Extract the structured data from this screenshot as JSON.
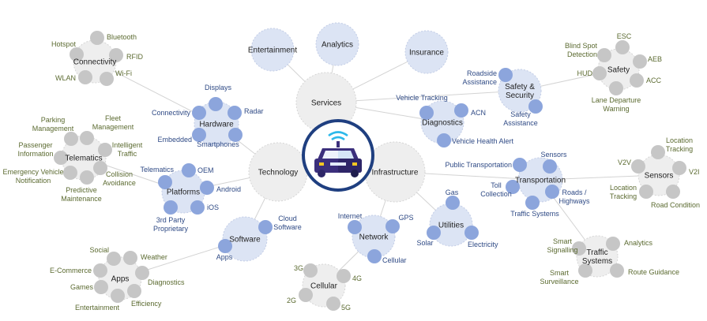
{
  "center_icon": {
    "icon": "connected-car-icon",
    "colors": {
      "ring": "#1f3f80",
      "body": "#3b2f7c",
      "wifi": "#2cb8ea",
      "lights": "#f3c623"
    }
  },
  "colors": {
    "blue_node": "#8ca5dc",
    "blue_hub": "#dce4f4",
    "gray_node": "#c6c6c6",
    "gray_hub": "#eeeeee",
    "gray_label": "#5b6a30",
    "blue_label": "#2f4a85"
  },
  "nodes": [
    {
      "id": "services",
      "style": "gray",
      "label": [
        "Services"
      ],
      "items": []
    },
    {
      "id": "technology",
      "style": "gray",
      "label": [
        "Technology"
      ],
      "items": []
    },
    {
      "id": "infrastructure",
      "style": "gray",
      "label": [
        "Infrastructure"
      ],
      "items": []
    },
    {
      "id": "entertainment",
      "style": "blue",
      "label": [
        "Entertainment"
      ],
      "items": []
    },
    {
      "id": "analytics",
      "style": "blue",
      "label": [
        "Analytics"
      ],
      "items": []
    },
    {
      "id": "insurance",
      "style": "blue",
      "label": [
        "Insurance"
      ],
      "items": []
    },
    {
      "id": "safetysec",
      "style": "blue",
      "label": [
        "Safety &",
        "Security"
      ],
      "items": [
        {
          "label": [
            "Roadside",
            "Assistance"
          ]
        },
        {
          "label": [
            "Safety",
            "Assistance"
          ]
        }
      ]
    },
    {
      "id": "diagnostics",
      "style": "blue",
      "label": [
        "Diagnostics"
      ],
      "items": [
        {
          "label": [
            "Vehicle Tracking"
          ]
        },
        {
          "label": [
            "ACN"
          ]
        },
        {
          "label": [
            "Vehicle Health Alert"
          ]
        }
      ]
    },
    {
      "id": "safety",
      "style": "gray",
      "label": [
        "Safety"
      ],
      "items": [
        {
          "label": [
            "ESC"
          ]
        },
        {
          "label": [
            "AEB"
          ]
        },
        {
          "label": [
            "ACC"
          ]
        },
        {
          "label": [
            "Lane Departure",
            "Warning"
          ]
        },
        {
          "label": [
            "HUD"
          ]
        },
        {
          "label": [
            "Blind Spot",
            "Detection"
          ]
        }
      ]
    },
    {
      "id": "hardware",
      "style": "blue",
      "label": [
        "Hardware"
      ],
      "items": [
        {
          "label": [
            "Displays"
          ]
        },
        {
          "label": [
            "Radar"
          ]
        },
        {
          "label": [
            "Smartphones"
          ]
        },
        {
          "label": [
            "Embedded"
          ]
        },
        {
          "label": [
            "Connectivity"
          ]
        }
      ]
    },
    {
      "id": "connectivity",
      "style": "gray",
      "label": [
        "Connectivity"
      ],
      "items": [
        {
          "label": [
            "Bluetooth"
          ]
        },
        {
          "label": [
            "RFID"
          ]
        },
        {
          "label": [
            "Wi-Fi"
          ]
        },
        {
          "label": [
            "WLAN"
          ]
        },
        {
          "label": [
            "Hotspot"
          ]
        }
      ]
    },
    {
      "id": "telematics",
      "style": "gray",
      "label": [
        "Telematics"
      ],
      "items": [
        {
          "label": [
            "Parking",
            "Management"
          ]
        },
        {
          "label": [
            "Fleet",
            "Management"
          ]
        },
        {
          "label": [
            "Intelligent",
            "Traffic"
          ]
        },
        {
          "label": [
            "Collision",
            "Avoidance"
          ]
        },
        {
          "label": [
            "Predictive",
            "Maintenance"
          ]
        },
        {
          "label": [
            "Emergency Vehicle",
            "Notification"
          ]
        },
        {
          "label": [
            "Passenger",
            "Information"
          ]
        }
      ]
    },
    {
      "id": "platforms",
      "style": "blue",
      "label": [
        "Platforms"
      ],
      "items": [
        {
          "label": [
            "OEM"
          ]
        },
        {
          "label": [
            "Telematics"
          ]
        },
        {
          "label": [
            "Android"
          ]
        },
        {
          "label": [
            "iOS"
          ]
        },
        {
          "label": [
            "3rd Party",
            "Proprietary"
          ]
        }
      ]
    },
    {
      "id": "software",
      "style": "blue",
      "label": [
        "Software"
      ],
      "items": [
        {
          "label": [
            "Cloud",
            "Software"
          ]
        },
        {
          "label": [
            "Apps"
          ]
        }
      ]
    },
    {
      "id": "apps",
      "style": "gray",
      "label": [
        "Apps"
      ],
      "items": [
        {
          "label": [
            "Social"
          ]
        },
        {
          "label": [
            "Weather"
          ]
        },
        {
          "label": [
            "Diagnostics"
          ]
        },
        {
          "label": [
            "Efficiency"
          ]
        },
        {
          "label": [
            "Entertainment"
          ]
        },
        {
          "label": [
            "Games"
          ]
        },
        {
          "label": [
            "E-Commerce"
          ]
        }
      ]
    },
    {
      "id": "network",
      "style": "blue",
      "label": [
        "Network"
      ],
      "items": [
        {
          "label": [
            "Internet"
          ]
        },
        {
          "label": [
            "GPS"
          ]
        },
        {
          "label": [
            "Cellular"
          ]
        }
      ]
    },
    {
      "id": "cellular",
      "style": "gray",
      "label": [
        "Cellular"
      ],
      "items": [
        {
          "label": [
            "3G"
          ]
        },
        {
          "label": [
            "4G"
          ]
        },
        {
          "label": [
            "2G"
          ]
        },
        {
          "label": [
            "5G"
          ]
        }
      ]
    },
    {
      "id": "utilities",
      "style": "blue",
      "label": [
        "Utilities"
      ],
      "items": [
        {
          "label": [
            "Gas"
          ]
        },
        {
          "label": [
            "Solar"
          ]
        },
        {
          "label": [
            "Electricity"
          ]
        }
      ]
    },
    {
      "id": "transportation",
      "style": "blue",
      "label": [
        "Transportation"
      ],
      "items": [
        {
          "label": [
            "Public Transportation"
          ]
        },
        {
          "label": [
            "Sensors"
          ]
        },
        {
          "label": [
            "Toll",
            "Collection"
          ]
        },
        {
          "label": [
            "Roads /",
            "Highways"
          ]
        },
        {
          "label": [
            "Traffic Systems"
          ]
        }
      ]
    },
    {
      "id": "sensors",
      "style": "gray",
      "label": [
        "Sensors"
      ],
      "items": [
        {
          "label": [
            "Location",
            "Tracking"
          ]
        },
        {
          "label": [
            "V2I"
          ]
        },
        {
          "label": [
            "Road Condition"
          ]
        },
        {
          "label": [
            "Location",
            "Tracking"
          ]
        },
        {
          "label": [
            "V2V"
          ]
        }
      ]
    },
    {
      "id": "traffic",
      "style": "gray",
      "label": [
        "Traffic",
        "Systems"
      ],
      "items": [
        {
          "label": [
            "Smart",
            "Signalling"
          ]
        },
        {
          "label": [
            "Analytics"
          ]
        },
        {
          "label": [
            "Smart",
            "Surveillance"
          ]
        },
        {
          "label": [
            "Route Guidance"
          ]
        }
      ]
    }
  ],
  "connections": [
    [
      "services",
      "entertainment"
    ],
    [
      "services",
      "analytics"
    ],
    [
      "services",
      "insurance"
    ],
    [
      "services",
      "safetysec"
    ],
    [
      "services",
      "diagnostics"
    ],
    [
      "safetysec",
      "safety"
    ],
    [
      "technology",
      "hardware"
    ],
    [
      "hardware",
      "connectivity"
    ],
    [
      "technology",
      "platforms"
    ],
    [
      "platforms",
      "telematics"
    ],
    [
      "technology",
      "software"
    ],
    [
      "software",
      "apps"
    ],
    [
      "infrastructure",
      "network"
    ],
    [
      "network",
      "cellular"
    ],
    [
      "infrastructure",
      "utilities"
    ],
    [
      "infrastructure",
      "transportation"
    ],
    [
      "transportation",
      "sensors"
    ],
    [
      "transportation",
      "traffic"
    ]
  ]
}
